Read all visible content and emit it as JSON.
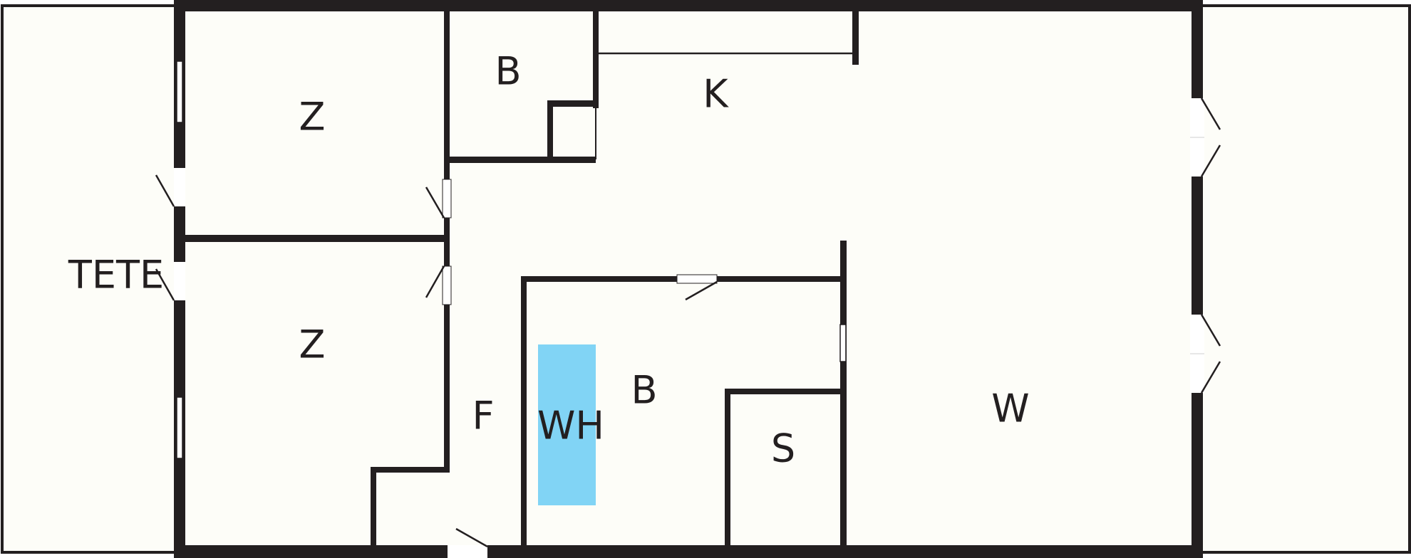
{
  "plan": {
    "colors": {
      "background": "#fdfdf8",
      "wall": "#231f20",
      "opening": "#ffffff",
      "hot_tub": "#81d4f5"
    },
    "rooms": [
      {
        "id": "terrace",
        "label": "TETE"
      },
      {
        "id": "bedroom_1",
        "label": "Z"
      },
      {
        "id": "bedroom_2",
        "label": "Z"
      },
      {
        "id": "bathroom_1",
        "label": "B"
      },
      {
        "id": "kitchen",
        "label": "K"
      },
      {
        "id": "hallway",
        "label": "F"
      },
      {
        "id": "hot_tub",
        "label": "WH"
      },
      {
        "id": "bathroom_2",
        "label": "B"
      },
      {
        "id": "sauna",
        "label": "S"
      },
      {
        "id": "living_room",
        "label": "W"
      }
    ]
  }
}
